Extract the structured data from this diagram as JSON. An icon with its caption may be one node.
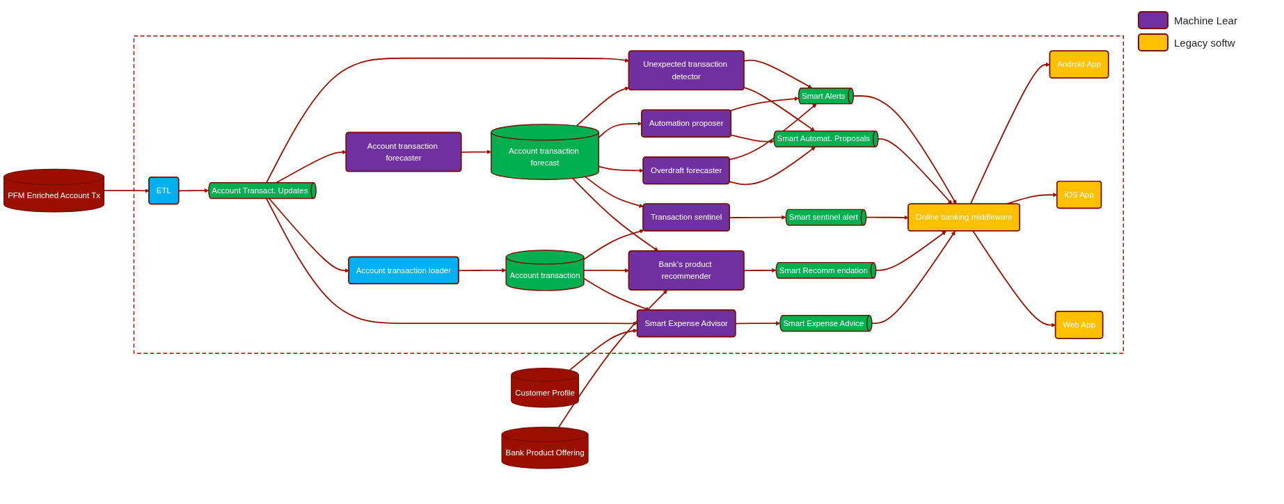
{
  "diagram": {
    "nodes": [
      {
        "text": [],
        "shape": "box"
      },
      {
        "text": [
          "Customer Profile"
        ]
      },
      {
        "text": [
          "PFM Enriched Account Tx"
        ]
      },
      {
        "text": [
          "Bank Product Offering"
        ]
      },
      {
        "text": [
          "ETL"
        ],
        "in": 0
      },
      {
        "text": [
          "Account Transact. Updates"
        ],
        "in": 0
      },
      {
        "text": [
          "Unexpected transaction detector"
        ],
        "in": 0
      },
      {
        "text": [
          "Account transaction forecaster"
        ],
        "in": 0
      },
      {
        "text": [
          "Account transaction loader"
        ],
        "in": 0
      },
      {
        "text": [
          "Account transaction forecast"
        ],
        "in": 0
      },
      {
        "text": [
          "Account transaction"
        ],
        "in": 0
      },
      {
        "text": [
          "Smart Expense Advisor"
        ],
        "in": 0
      },
      {
        "text": [
          "Automation proposer"
        ],
        "in": 0
      },
      {
        "text": [
          "Overdraft forecaster"
        ],
        "in": 0
      },
      {
        "text": [
          "Bank’s product recommender"
        ],
        "in": 0
      },
      {
        "text": [
          "Transaction sentinel"
        ],
        "in": 0
      },
      {
        "text": [
          "Smart Alerts"
        ],
        "in": 0
      },
      {
        "text": [
          "Smart Automat. Proposals"
        ],
        "in": 0
      },
      {
        "text": [
          "Smart Recomm endation"
        ],
        "in": 0
      },
      {
        "text": [
          "Smart sentinel alert"
        ],
        "in": 0
      },
      {
        "text": [
          "Smart Expense Advice"
        ],
        "in": 0
      },
      {
        "text": [
          "Online banking middleware"
        ],
        "in": 0
      },
      {
        "text": [
          "Android App"
        ],
        "in": 0
      },
      {
        "text": [
          "iOS App"
        ],
        "in": 0
      },
      {
        "text": [
          "Web App"
        ],
        "in": 0
      }
    ],
    "edges": [
      {
        "from": 2,
        "to": 4,
        "arrow": "to"
      },
      {
        "from": 4,
        "to": 5,
        "arrow": "to"
      },
      {
        "from": 1,
        "to": 11,
        "arrow": "to"
      },
      {
        "from": 5,
        "to": 6,
        "arrow": "to"
      },
      {
        "from": 5,
        "to": 7,
        "arrow": "to"
      },
      {
        "from": 5,
        "to": 8,
        "arrow": "to"
      },
      {
        "from": 5,
        "to": 11,
        "arrow": "to"
      },
      {
        "from": 3,
        "to": 14,
        "arrow": "to"
      },
      {
        "from": 7,
        "to": 9,
        "arrow": "to"
      },
      {
        "from": 8,
        "to": 10,
        "arrow": "to"
      },
      {
        "from": 9,
        "to": 6,
        "arrow": "to"
      },
      {
        "from": 9,
        "to": 12,
        "arrow": "to"
      },
      {
        "from": 9,
        "to": 13,
        "arrow": "to"
      },
      {
        "from": 9,
        "to": 15,
        "arrow": "to"
      },
      {
        "from": 9,
        "to": 14,
        "arrow": "to"
      },
      {
        "from": 10,
        "to": 15,
        "arrow": "to"
      },
      {
        "from": 10,
        "to": 14,
        "arrow": "to"
      },
      {
        "from": 10,
        "to": 11,
        "arrow": "to"
      },
      {
        "from": 6,
        "to": 16,
        "arrow": "to"
      },
      {
        "from": 6,
        "to": 17,
        "arrow": "to"
      },
      {
        "from": 12,
        "to": 16,
        "arrow": "to"
      },
      {
        "from": 12,
        "to": 17,
        "arrow": "to"
      },
      {
        "from": 13,
        "to": 16,
        "arrow": "to"
      },
      {
        "from": 13,
        "to": 17,
        "arrow": "to"
      },
      {
        "from": 14,
        "to": 18,
        "arrow": "to"
      },
      {
        "from": 15,
        "to": 19,
        "arrow": "to"
      },
      {
        "from": 11,
        "to": 20,
        "arrow": "to"
      },
      {
        "from": 16,
        "to": 21,
        "arrow": "to"
      },
      {
        "from": 17,
        "to": 21,
        "arrow": "to"
      },
      {
        "from": 18,
        "to": 21,
        "arrow": "to"
      },
      {
        "from": 19,
        "to": 21,
        "arrow": "to"
      },
      {
        "from": 20,
        "to": 21,
        "arrow": "to"
      },
      {
        "from": 21,
        "to": 22,
        "arrow": "to"
      },
      {
        "from": 21,
        "to": 23,
        "arrow": "to"
      },
      {
        "from": 21,
        "to": 24,
        "arrow": "to"
      }
    ],
    "legend": [
      {
        "text": "Machine Lear",
        "color": "#7030a0"
      },
      {
        "text": "Legacy softw",
        "color": "#ffc000"
      }
    ]
  }
}
